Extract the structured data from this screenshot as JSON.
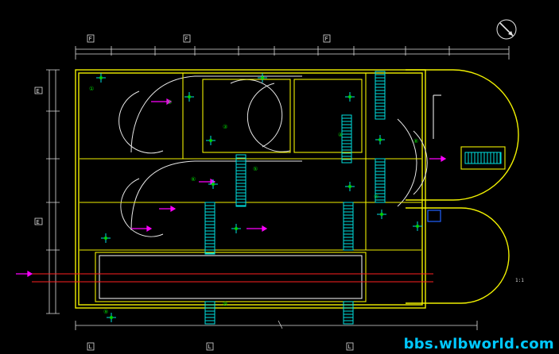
{
  "drawing": {
    "background": "#000000",
    "colors": {
      "wall": "#f0f000",
      "outline": "#e8e8e8",
      "dim": "#dcdcdc",
      "cyan": "#00e0e0",
      "magenta": "#ff00ff",
      "green": "#00d400",
      "red": "#ff2020",
      "blue": "#2060ff"
    },
    "grid_bubbles": {
      "top": [
        "F",
        "F",
        "F"
      ],
      "bottom": [
        "L",
        "L",
        "L"
      ],
      "left": [
        "E",
        "E"
      ]
    },
    "labels": {
      "scale_note": "1:1",
      "room_numbers": [
        "①",
        "②",
        "③",
        "④",
        "⑤",
        "⑥",
        "⑦",
        "⑧",
        "⑨",
        "⑩"
      ]
    },
    "compass": "north-arrow-icon"
  },
  "watermark": {
    "text": "bbs.wlbworld.com",
    "color": "#00c8ff"
  }
}
